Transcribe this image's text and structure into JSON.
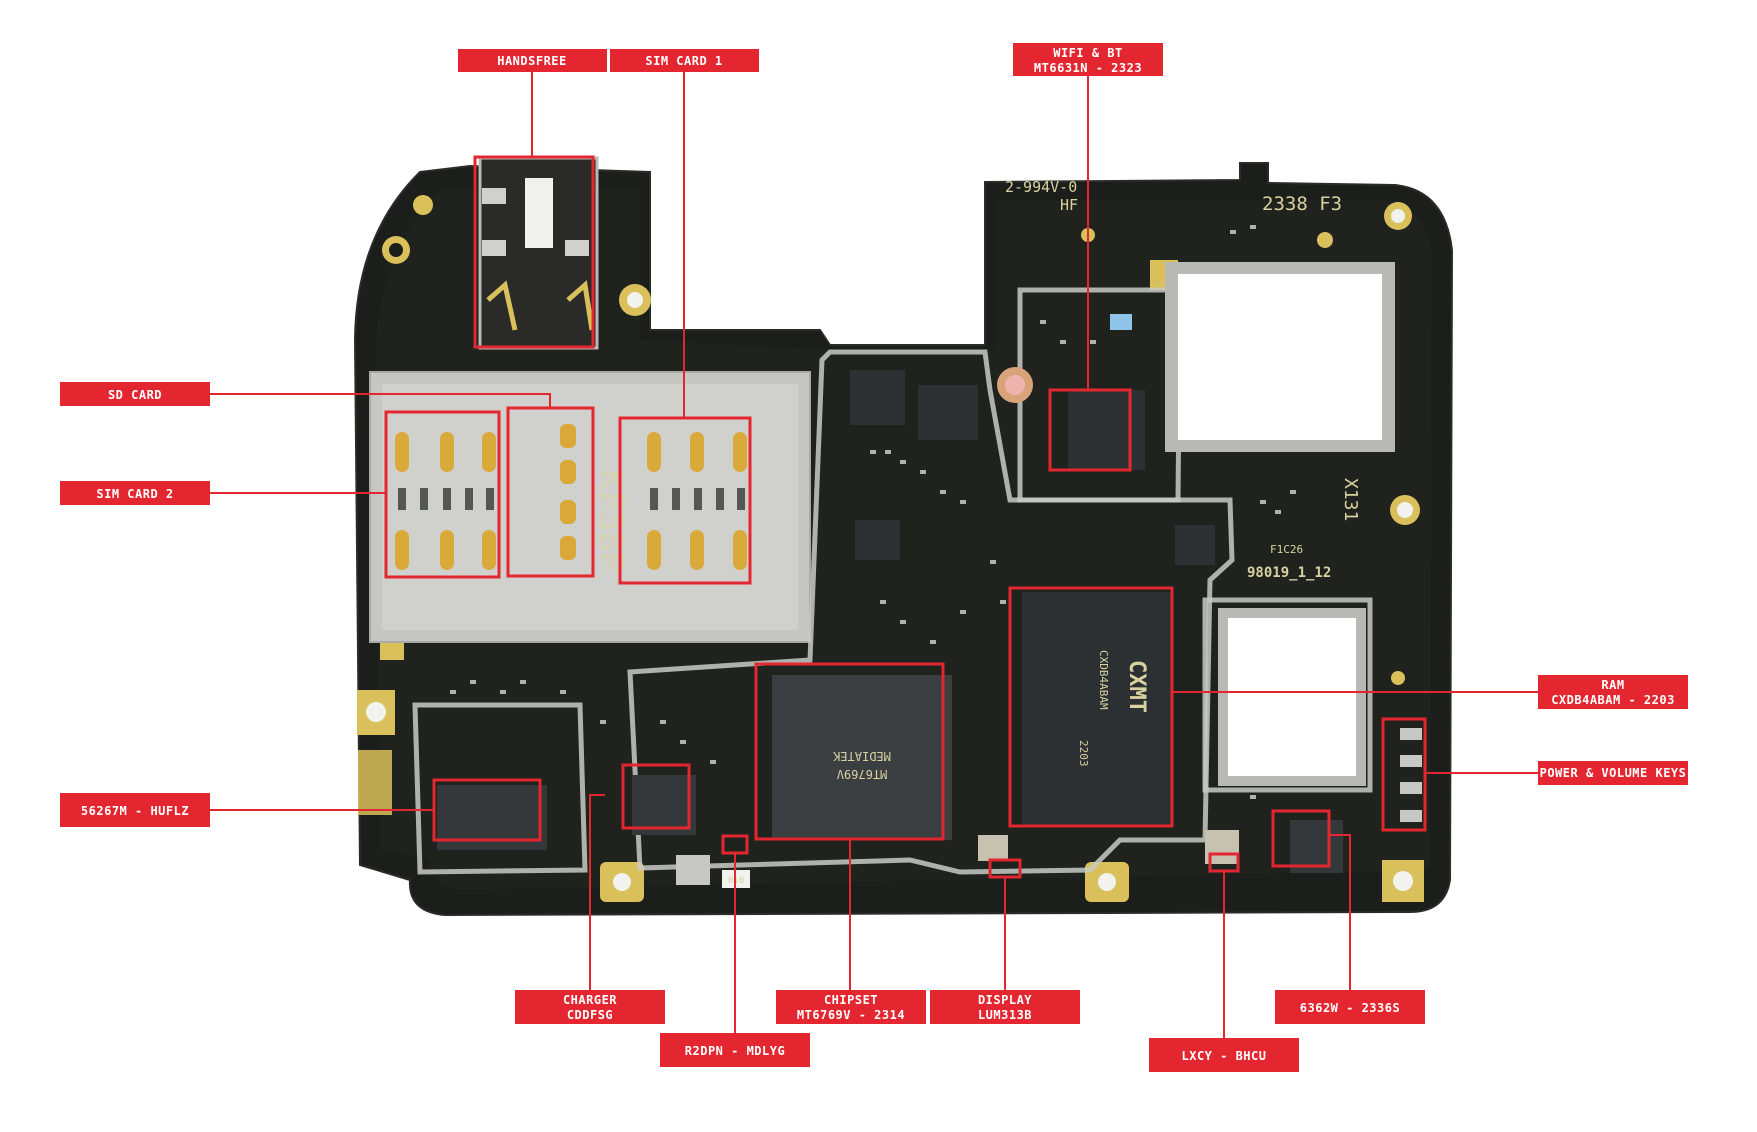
{
  "board": {
    "silkscreen_left": "2-994V-0",
    "silkscreen_left2": "HF",
    "silkscreen_right": "2338 F3",
    "board_id": "98019_1_12",
    "fcode": "F1C26",
    "xcode": "X131",
    "sd_text": "KF38P",
    "chip_brand_chipset": "MEDIATEK",
    "chip_model_chipset": "MT6769V",
    "chip_brand_ram": "CXMT",
    "chip_model_ram": "CXDB4ABAM",
    "ram_code": "2203",
    "small_code": "010"
  },
  "labels": [
    {
      "id": "handsfree",
      "lines": [
        "HANDSFREE"
      ]
    },
    {
      "id": "sim-card-1",
      "lines": [
        "SIM CARD 1"
      ]
    },
    {
      "id": "wifi-bt",
      "lines": [
        "WIFI & BT",
        "MT6631N - 2323"
      ]
    },
    {
      "id": "sd-card",
      "lines": [
        "SD CARD"
      ]
    },
    {
      "id": "sim-card-2",
      "lines": [
        "SIM CARD 2"
      ]
    },
    {
      "id": "ram",
      "lines": [
        "RAM",
        "CXDB4ABAM - 2203"
      ]
    },
    {
      "id": "power-volume-keys",
      "lines": [
        "POWER & VOLUME KEYS"
      ]
    },
    {
      "id": "pmic-56267m",
      "lines": [
        "56267M - HUFLZ"
      ]
    },
    {
      "id": "charger",
      "lines": [
        "CHARGER",
        "CDDFSG"
      ]
    },
    {
      "id": "r2dpn",
      "lines": [
        "R2DPN - MDLYG"
      ]
    },
    {
      "id": "chipset",
      "lines": [
        "CHIPSET",
        "MT6769V - 2314"
      ]
    },
    {
      "id": "display",
      "lines": [
        "DISPLAY",
        "LUM313B"
      ]
    },
    {
      "id": "lxcy",
      "lines": [
        "LXCY - BHCU"
      ]
    },
    {
      "id": "ic-6362w",
      "lines": [
        "6362W - 2336S"
      ]
    }
  ],
  "colors": {
    "label": "#e3262f",
    "board": "#1c1e1b",
    "gold": "#d9c05a",
    "shield": "#c9cac6"
  }
}
